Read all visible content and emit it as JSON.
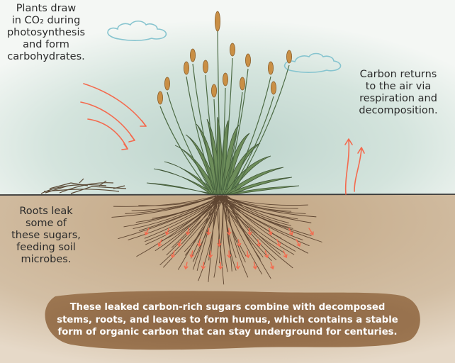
{
  "labels": {
    "plants_draw": [
      "Plants draw",
      "in CO₂ during",
      "photosynthesis",
      "and form",
      "carbohydrates."
    ],
    "carbon_returns": [
      "Carbon returns",
      "to the air via",
      "respiration and",
      "decomposition."
    ],
    "roots_leak": [
      "Roots leak",
      "some of",
      "these sugars,",
      "feeding soil",
      "microbes."
    ],
    "humus": [
      "These leaked carbon-rich sugars combine with decomposed",
      "stems, roots, and leaves to form humus, which contains a stable",
      "form of organic carbon that can stay underground for centuries."
    ]
  },
  "colors": {
    "sky": "#c9dcd6",
    "cloud_outline": "#86c4cf",
    "soil": "#c9b396",
    "humus_patch": "#8d6a48",
    "arrow": "#f46a4e",
    "leaf": "#6d8d5a",
    "seed_head": "#c98f45",
    "root": "#5f4632",
    "text": "#2b2b2b",
    "humus_text": "#ffffff"
  }
}
